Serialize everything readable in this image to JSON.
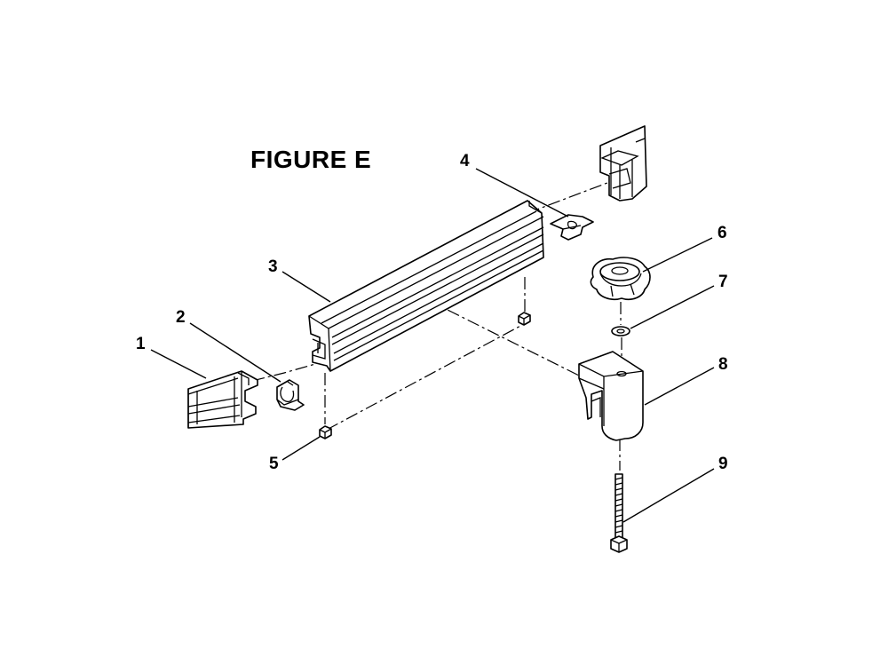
{
  "figure": {
    "title": "FIGURE E"
  },
  "callouts": [
    {
      "number": "1"
    },
    {
      "number": "2"
    },
    {
      "number": "3"
    },
    {
      "number": "4"
    },
    {
      "number": "5"
    },
    {
      "number": "6"
    },
    {
      "number": "7"
    },
    {
      "number": "8"
    },
    {
      "number": "9"
    }
  ]
}
